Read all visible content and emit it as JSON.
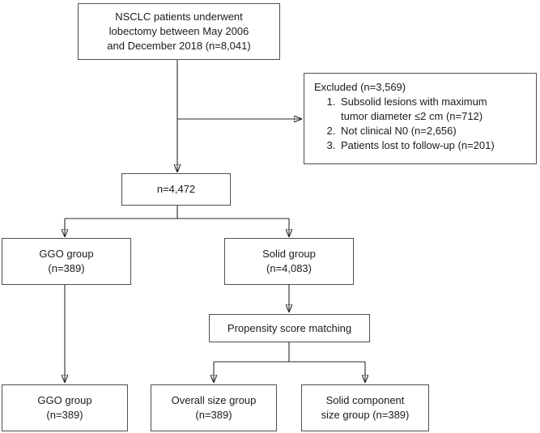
{
  "figure": {
    "boxes": {
      "initial": {
        "text": "NSCLC patients underwent\nlobectomy between May 2006\nand December 2018 (n=8,041)"
      },
      "excluded": {
        "title": "Excluded (n=3,569)",
        "items": [
          "Subsolid lesions with maximum\ntumor diameter ≤2 cm (n=712)",
          "Not clinical N0 (n=2,656)",
          "Patients lost to follow-up (n=201)"
        ]
      },
      "eligible": {
        "text": "n=4,472"
      },
      "ggo_group": {
        "text": "GGO group\n(n=389)"
      },
      "solid_group": {
        "text": "Solid group\n(n=4,083)"
      },
      "propensity": {
        "text": "Propensity score matching"
      },
      "ggo_final": {
        "text": "GGO group\n(n=389)"
      },
      "overall_size": {
        "text": "Overall size group\n(n=389)"
      },
      "solid_component": {
        "text": "Solid component\nsize group (n=389)"
      }
    },
    "colors": {
      "background": "#ffffff",
      "box_border": "#4f4f4f",
      "line": "#2a2a2a",
      "text": "#1b1b1b"
    }
  }
}
